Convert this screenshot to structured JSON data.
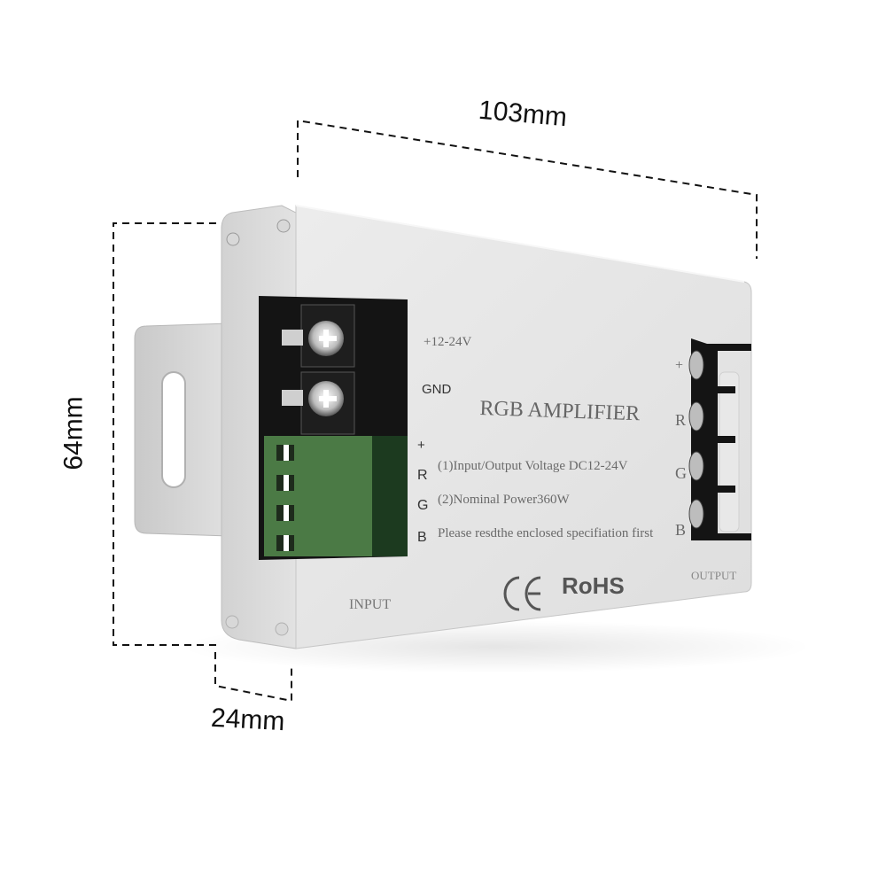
{
  "dimensions": {
    "width": "103mm",
    "height": "64mm",
    "depth": "24mm"
  },
  "device": {
    "title": "RGB AMPLIFIER",
    "input_label": "INPUT",
    "output_label": "OUTPUT",
    "power_terminals": {
      "positive": "+12-24V",
      "ground": "GND"
    },
    "input_channels": [
      "+",
      "R",
      "G",
      "B"
    ],
    "output_channels": [
      "+",
      "R",
      "G",
      "B"
    ],
    "specs": [
      "(1)Input/Output Voltage DC12-24V",
      "(2)Nominal Power360W",
      "Please resdthe enclosed specifiation first"
    ],
    "certifications": {
      "ce": "CE",
      "rohs": "RoHS"
    }
  },
  "colors": {
    "case": "#e4e4e4",
    "case_side": "#cfcfcf",
    "terminal_block": "#141414",
    "green_connector": "#4b7a45",
    "dimension_line": "#111111"
  }
}
